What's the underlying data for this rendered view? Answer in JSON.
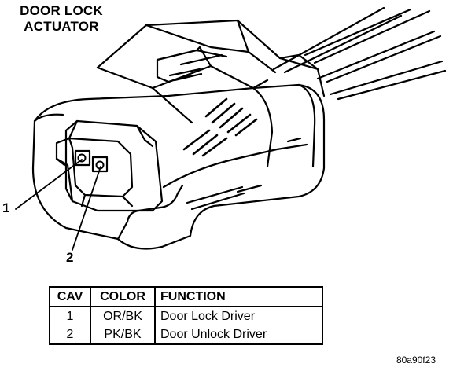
{
  "title": {
    "line1": "DOOR LOCK",
    "line2": "ACTUATOR"
  },
  "callouts": {
    "one": "1",
    "two": "2"
  },
  "table": {
    "headers": {
      "cav": "CAV",
      "color": "COLOR",
      "function": "FUNCTION"
    },
    "rows": [
      {
        "cav": "1",
        "color": "OR/BK",
        "function": "Door Lock Driver"
      },
      {
        "cav": "2",
        "color": "PK/BK",
        "function": "Door Unlock Driver"
      }
    ]
  },
  "figure_id": "80a90f23"
}
